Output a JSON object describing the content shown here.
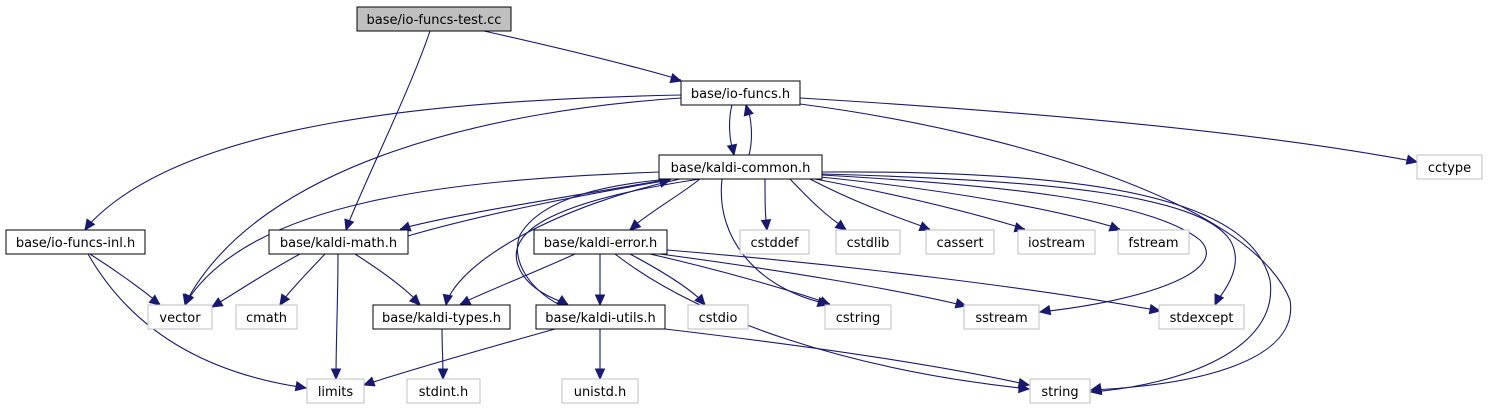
{
  "colors": {
    "edge": "#191970",
    "root_fill": "#bfbfbf",
    "local_border": "#000000",
    "system_border": "#bfbfbf",
    "text": "#000000"
  },
  "nodes": {
    "io_funcs_test_cc": "base/io-funcs-test.cc",
    "io_funcs_h": "base/io-funcs.h",
    "kaldi_common_h": "base/kaldi-common.h",
    "cctype": "cctype",
    "io_funcs_inl_h": "base/io-funcs-inl.h",
    "kaldi_math_h": "base/kaldi-math.h",
    "kaldi_error_h": "base/kaldi-error.h",
    "cstddef": "cstddef",
    "cstdlib": "cstdlib",
    "cassert": "cassert",
    "iostream": "iostream",
    "fstream": "fstream",
    "vector": "vector",
    "cmath": "cmath",
    "kaldi_types_h": "base/kaldi-types.h",
    "kaldi_utils_h": "base/kaldi-utils.h",
    "cstdio": "cstdio",
    "cstring": "cstring",
    "sstream": "sstream",
    "stdexcept": "stdexcept",
    "limits": "limits",
    "stdint_h": "stdint.h",
    "unistd_h": "unistd.h",
    "string": "string"
  }
}
